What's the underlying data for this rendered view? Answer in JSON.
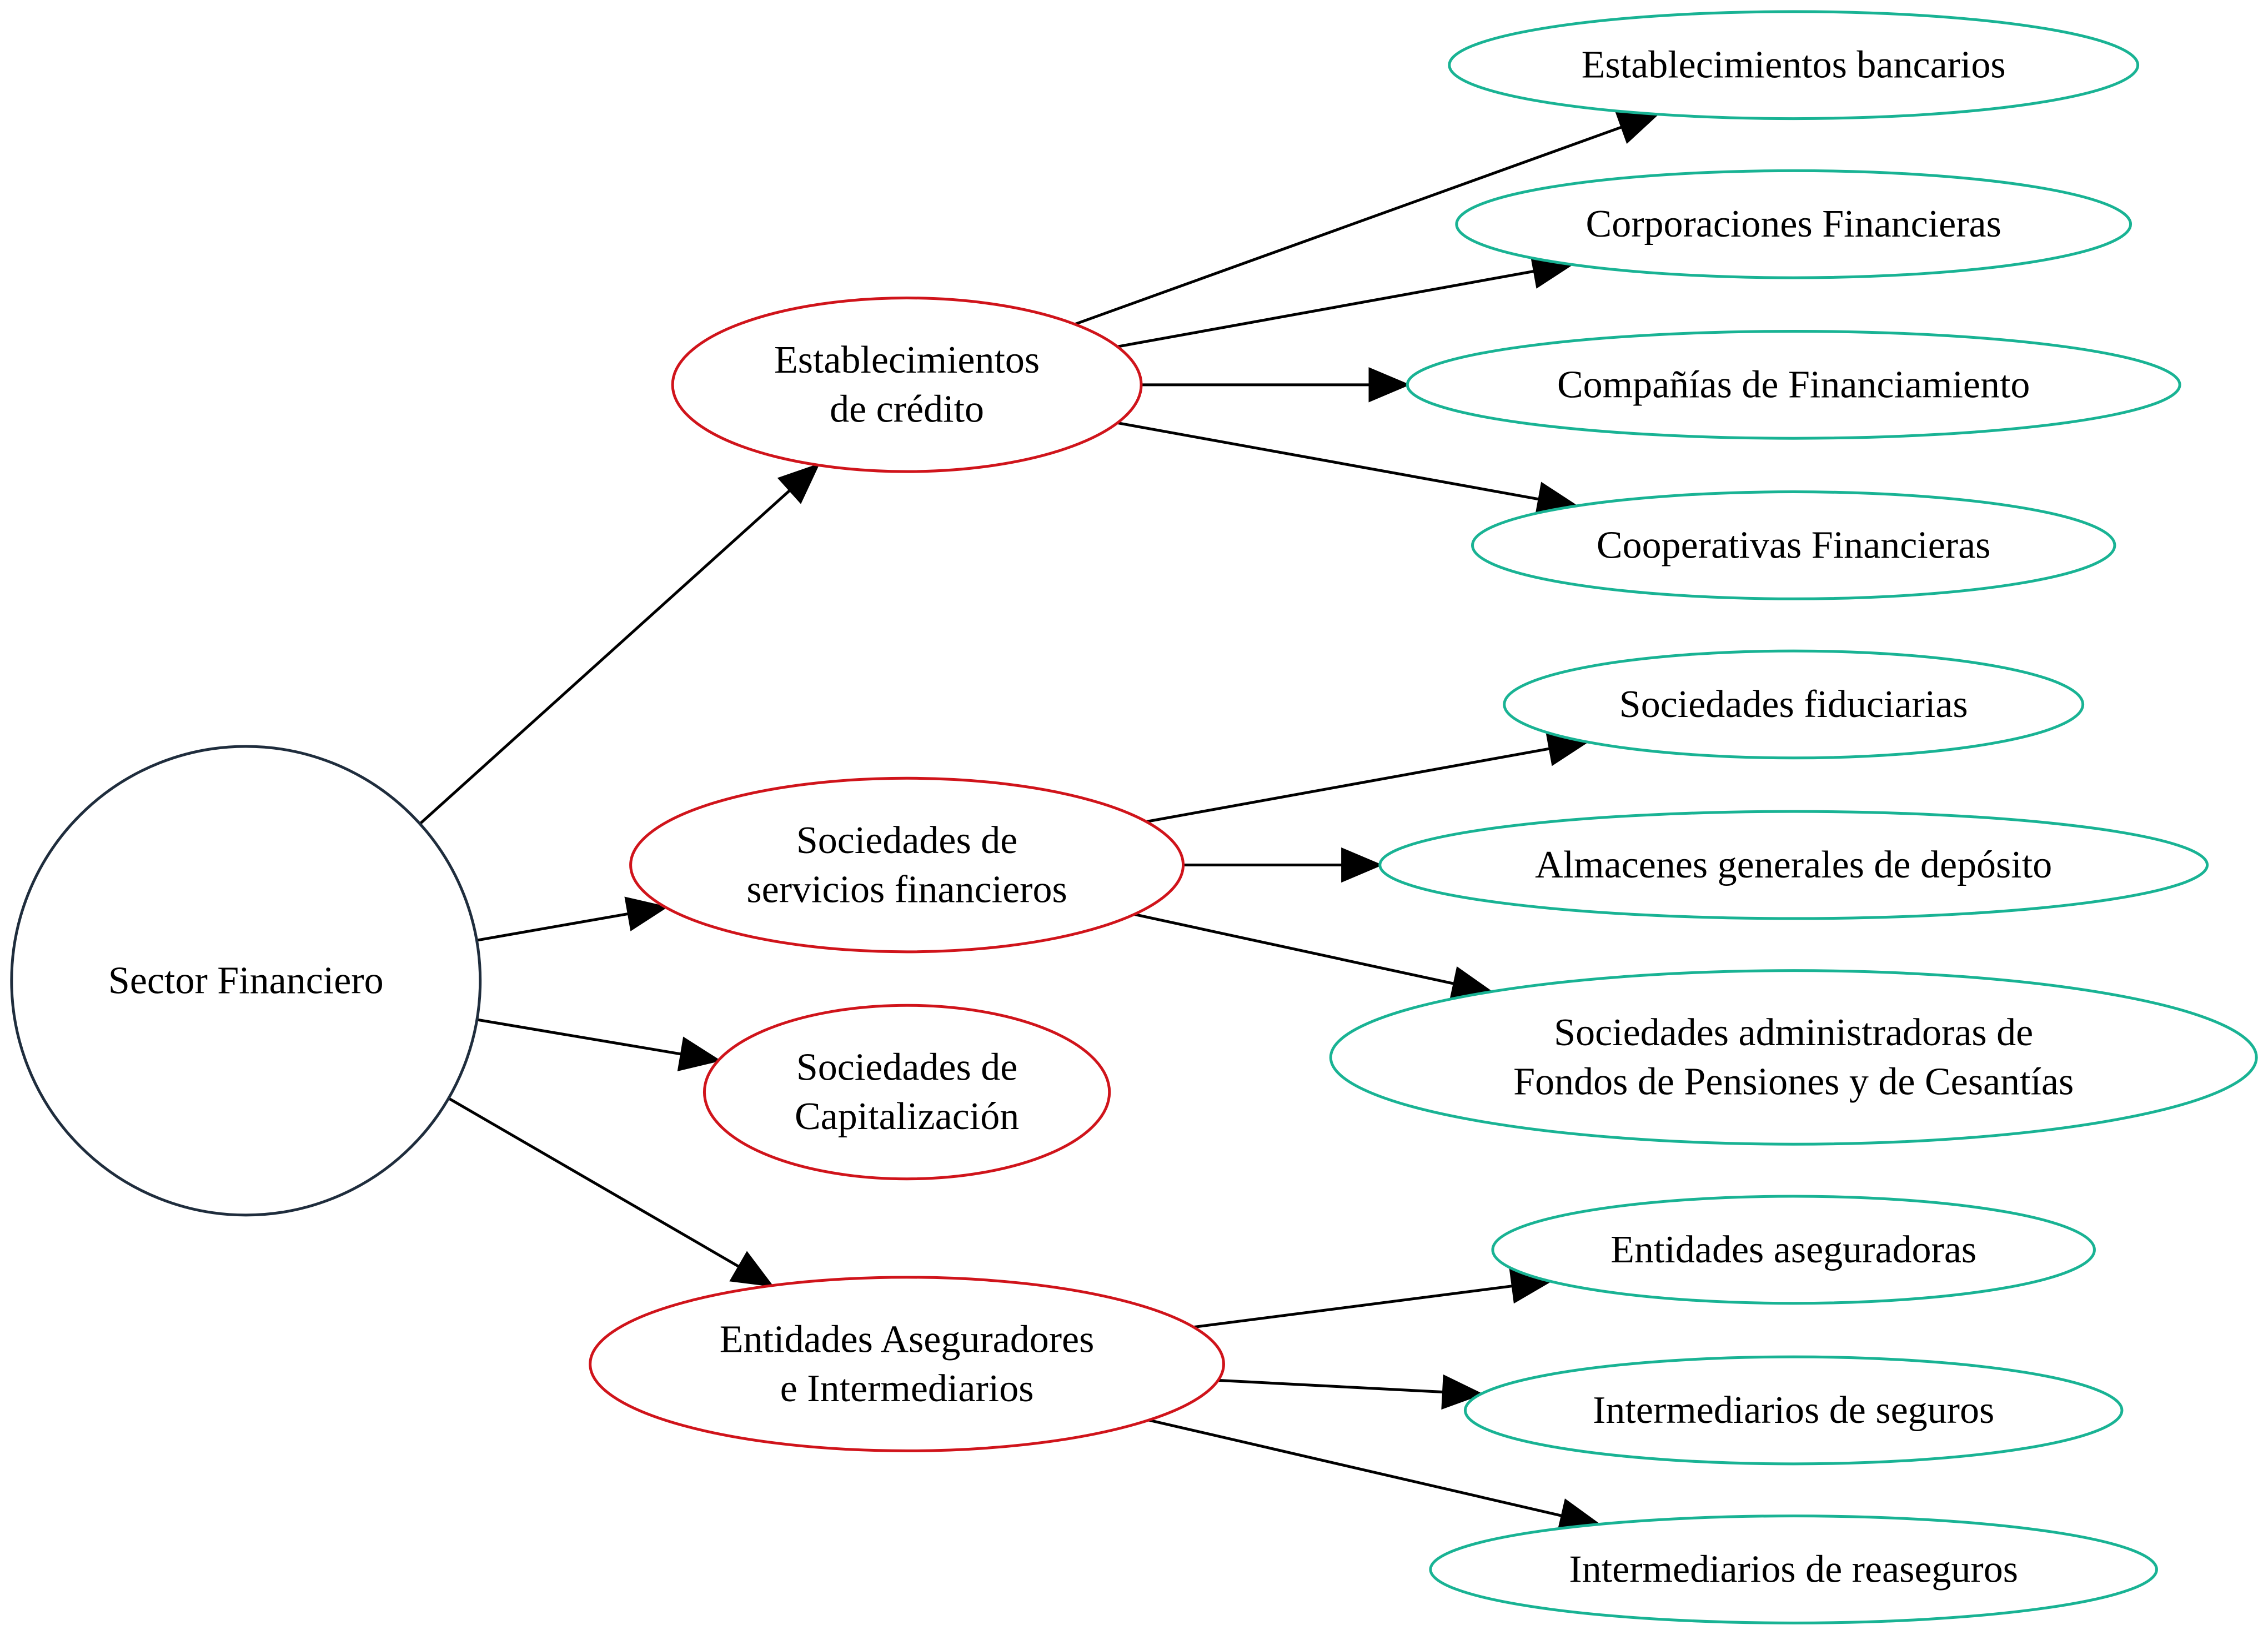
{
  "colors": {
    "root": "#1f2d3d",
    "category": "#d0141b",
    "leaf": "#19b394",
    "edge": "#000000"
  },
  "nodes": {
    "root": {
      "label": [
        "Sector Financiero"
      ]
    },
    "credito": {
      "label": [
        "Establecimientos",
        "de crédito"
      ]
    },
    "servicios": {
      "label": [
        "Sociedades de",
        "servicios financieros"
      ]
    },
    "capitalizacion": {
      "label": [
        "Sociedades de",
        "Capitalización"
      ]
    },
    "aseguradores": {
      "label": [
        "Entidades Aseguradores",
        "e Intermediarios"
      ]
    },
    "bancarios": {
      "label": [
        "Establecimientos bancarios"
      ]
    },
    "corporaciones": {
      "label": [
        "Corporaciones Financieras"
      ]
    },
    "companias": {
      "label": [
        "Compañías de Financiamiento"
      ]
    },
    "cooperativas": {
      "label": [
        "Cooperativas Financieras"
      ]
    },
    "fiduciarias": {
      "label": [
        "Sociedades fiduciarias"
      ]
    },
    "almacenes": {
      "label": [
        "Almacenes generales de depósito"
      ]
    },
    "pensiones": {
      "label": [
        "Sociedades administradoras de",
        "Fondos de Pensiones y de Cesantías"
      ]
    },
    "entidades_aseg": {
      "label": [
        "Entidades aseguradoras"
      ]
    },
    "interm_seguros": {
      "label": [
        "Intermediarios de seguros"
      ]
    },
    "interm_reaseguros": {
      "label": [
        "Intermediarios de reaseguros"
      ]
    }
  },
  "edges": [
    {
      "from": "root",
      "to": "credito"
    },
    {
      "from": "root",
      "to": "servicios"
    },
    {
      "from": "root",
      "to": "capitalizacion"
    },
    {
      "from": "root",
      "to": "aseguradores"
    },
    {
      "from": "credito",
      "to": "bancarios"
    },
    {
      "from": "credito",
      "to": "corporaciones"
    },
    {
      "from": "credito",
      "to": "companias"
    },
    {
      "from": "credito",
      "to": "cooperativas"
    },
    {
      "from": "servicios",
      "to": "fiduciarias"
    },
    {
      "from": "servicios",
      "to": "almacenes"
    },
    {
      "from": "servicios",
      "to": "pensiones"
    },
    {
      "from": "aseguradores",
      "to": "entidades_aseg"
    },
    {
      "from": "aseguradores",
      "to": "interm_seguros"
    },
    {
      "from": "aseguradores",
      "to": "interm_reaseguros"
    }
  ]
}
